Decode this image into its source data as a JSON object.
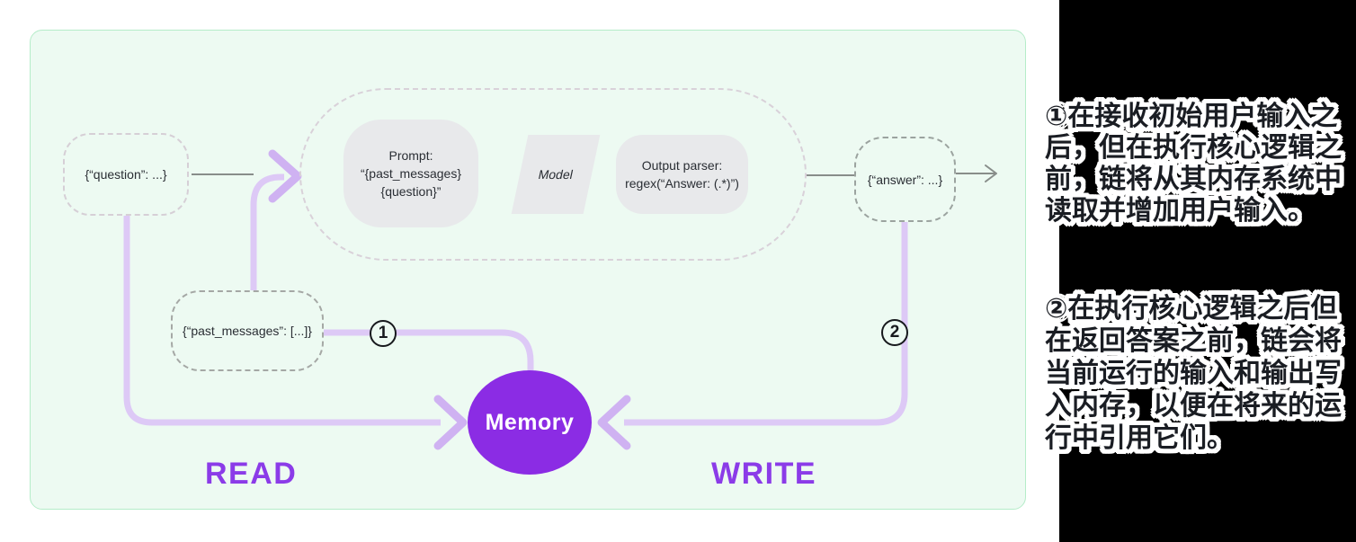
{
  "diagram": {
    "question_label": "{“question”: ...}",
    "past_messages_label": "{“past_messages”: [...]}",
    "answer_label": "{“answer”: ...}",
    "prompt_lines": [
      "Prompt:",
      "“{past_messages}",
      "{question}”"
    ],
    "model_label": "Model",
    "parser_lines": [
      "Output parser:",
      "regex(“Answer: (.*)”)"
    ],
    "memory_label": "Memory",
    "read_label": "READ",
    "write_label": "WRITE",
    "step1_badge": "1",
    "step2_badge": "2",
    "colors": {
      "panel_bg": "#edfaf2",
      "panel_border": "#b5ecc9",
      "memory_fill": "#8b2ce4",
      "read_write_label": "#8b3be8",
      "purple_path": "#ddc9f6",
      "purple_arrowhead": "#cfb2f2",
      "gray_connector": "#888d8a",
      "node_fill": "#e8e9eb",
      "annotation_panel_bg": "#000000",
      "annotation_text": "#1a1d23"
    }
  },
  "annotations": {
    "note1_lines": [
      "①在接收初始用户输入之",
      "后，但在执行核心逻辑之",
      "前，链将从其内存系统中",
      "读取并增加用户输入。"
    ],
    "note2_lines": [
      "②在执行核心逻辑之后但",
      "在返回答案之前，链会将",
      "当前运行的输入和输出写",
      "入内存，以便在将来的运",
      "行中引用它们。"
    ]
  }
}
